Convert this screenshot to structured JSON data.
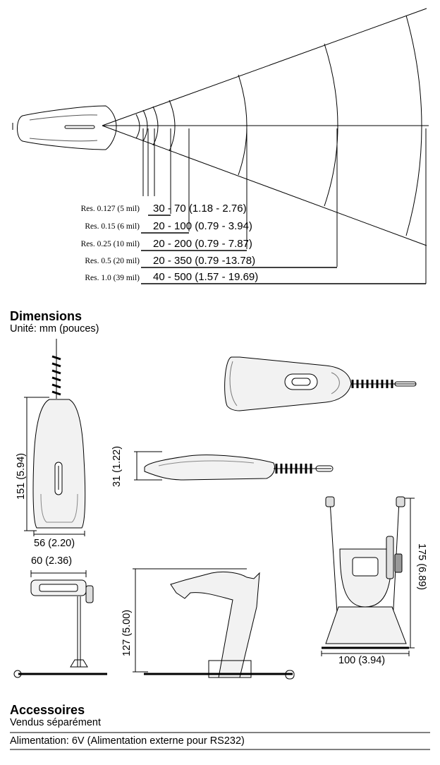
{
  "scan_chart": {
    "rows": [
      {
        "label": "Res. 0.127 (5 mil)",
        "range": "30 - 70 (1.18 - 2.76)"
      },
      {
        "label": "Res. 0.15 (6 mil)",
        "range": "20 - 100 (0.79 - 3.94)"
      },
      {
        "label": "Res. 0.25 (10 mil)",
        "range": "20 - 200 (0.79 - 7.87)"
      },
      {
        "label": "Res. 0.5 (20 mil)",
        "range": "20 - 350 (0.79 -13.78)"
      },
      {
        "label": "Res. 1.0 (39 mil)",
        "range": "40 - 500 (1.57 - 19.69)"
      }
    ]
  },
  "dimensions": {
    "title": "Dimensions",
    "unit": "Unité: mm (pouces)",
    "scanner_height": "151 (5.94)",
    "scanner_width": "56 (2.20)",
    "scanner_depth": "31 (1.22)",
    "stand_front_width": "60 (2.36)",
    "stand_side_height": "127 (5.00)",
    "holder_height": "175 (6.89)",
    "holder_width": "100 (3.94)"
  },
  "accessories": {
    "title": "Accessoires",
    "subtitle": "Vendus séparément",
    "items": [
      "Alimentation: 6V (Alimentation externe pour RS232)"
    ]
  }
}
